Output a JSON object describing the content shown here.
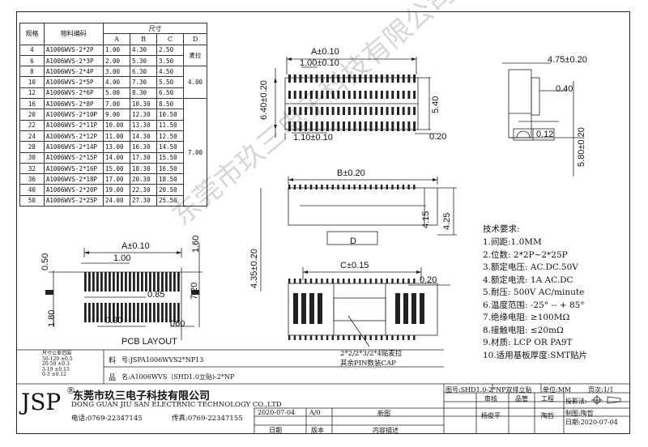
{
  "spec_table": {
    "headers": {
      "spec": "规格",
      "part_no": "物料编码",
      "size": "尺寸",
      "a": "A",
      "b": "B",
      "c": "C",
      "d": "D"
    },
    "rows": [
      [
        "4",
        "A1006WVS-2*2P",
        "1.00",
        "4.30",
        "2.50"
      ],
      [
        "6",
        "A1006WVS-2*3P",
        "2.00",
        "5.30",
        "3.50"
      ],
      [
        "8",
        "A1006WVS-2*4P",
        "3.00",
        "6.30",
        "4.50"
      ],
      [
        "10",
        "A1006WVS-2*5P",
        "4.00",
        "7.30",
        "5.50"
      ],
      [
        "12",
        "A1006WVS-2*6P",
        "5.00",
        "8.30",
        "6.50"
      ],
      [
        "16",
        "A1006WVS-2*8P",
        "7.00",
        "10.30",
        "8.50"
      ],
      [
        "20",
        "A1006WVS-2*10P",
        "9.00",
        "12.30",
        "10.50"
      ],
      [
        "22",
        "A1006WVS-2*11P",
        "10.00",
        "13.30",
        "11.50"
      ],
      [
        "24",
        "A1006WVS-2*12P",
        "11.00",
        "14.30",
        "12.50"
      ],
      [
        "28",
        "A1006WVS-2*14P",
        "13.00",
        "16.30",
        "14.50"
      ],
      [
        "30",
        "A1006WVS-2*15P",
        "14.00",
        "17.30",
        "15.50"
      ],
      [
        "32",
        "A1006WVS-2*16P",
        "15.00",
        "18.30",
        "16.50"
      ],
      [
        "36",
        "A1006WVS-2*18P",
        "17.00",
        "20.30",
        "18.50"
      ],
      [
        "40",
        "A1006WVS-2*20P",
        "19.00",
        "22.30",
        "20.50"
      ],
      [
        "50",
        "A1006WVS-2*25P",
        "24.00",
        "27.30",
        "25.50"
      ]
    ],
    "d_merged": [
      "麦拉",
      "4.00",
      "7.00"
    ]
  },
  "dims": {
    "a_top": "A±0.10",
    "pitch_top": "1.00±0.10",
    "h_640": "6.40±0.20",
    "h_540": "5.40",
    "w_110": "1.10±0.10",
    "w_020": "0.20",
    "w_475": "4.75±0.20",
    "w_040": "0.40",
    "gdt_012": "0.12",
    "h_580": "5.80±0.20",
    "b_dim": "B±0.20",
    "h_415": "4.15",
    "h_425": "4.25",
    "d_label": "D",
    "h_435": "4.35±0.20",
    "c_dim": "C±0.15",
    "w_020b": "0.20",
    "pcb_a": "A±0.10",
    "pcb_100": "1.00",
    "pcb_160": "1.60",
    "pcb_050": "0.50",
    "pcb_085": "0.85",
    "pcb_720": "7.20",
    "pcb_180": "1.80",
    "pcb_090": "0.90",
    "pcb_060": "060"
  },
  "pcb_layout_label": "PCB LAYOUT",
  "callout": {
    "line1": "2*2/2*3/2*4贴麦拉",
    "line2": "其余PIN数装CAP"
  },
  "watermark": "东莞市玖三电子科技有限公司",
  "tech": {
    "title": "技术要求:",
    "items": [
      "1.间距:1.0MM",
      "2.位数: 2*2P~2*25P",
      "3.额定电压: AC.DC.50V",
      "4.额定电流: 1A AC.DC",
      "5.耐压: 500V AC/minute",
      "6.温度范围: -25° -- + 85°",
      "7.绝缘电阻: ≥100MΩ",
      "8.接触电阻: ≤20mΩ",
      "9.材质: LCP OR PA9T",
      "10.适用基板厚度:SMT贴片"
    ]
  },
  "tolerance": {
    "title": "尺寸公差范围",
    "rows": [
      "50-120  ±0.5",
      "20-50  ±0.3",
      "3-19  ±0.15",
      "0-3  ±0.12"
    ]
  },
  "title_block": {
    "logo": "JSP",
    "reg": "®",
    "company_cn": "东莞市玖三电子科技有限公司",
    "company_en": "DONG GUAN JIU SAN ELECTRNIC TECHNOLOGY CO.,LTD",
    "tel": "电话:0769-22347145",
    "fax": "传真:0769-22347155",
    "material_label": "料",
    "material_value": "号:JSPA1006WVS2*NP13",
    "name_label": "品",
    "name_value": "名:A1006WVS（SHD1.0立贴)-2*NP",
    "drawing_no": "图号:SHD1.0-2*NP双排立贴",
    "unit": "单位:MM",
    "page": "页次:1/1",
    "review": "审核",
    "approve": "品管",
    "engineering": "工程",
    "projection": "投影法:",
    "reviewer": "杨俊平",
    "engineer": "陶哲",
    "drafter": "制图:陶哲",
    "date_label": "日期",
    "version_label": "版本",
    "desc_label": "内容描述",
    "rev_date": "2020-07-04",
    "rev_version": "A/0",
    "rev_desc": "新图",
    "draw_date": "日期:2020-07-04"
  }
}
